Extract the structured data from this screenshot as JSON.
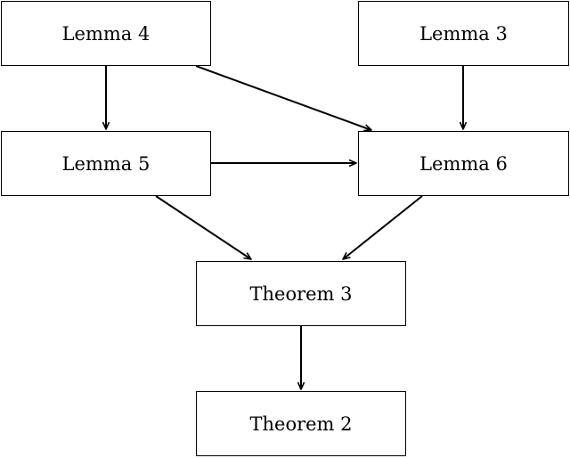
{
  "nodes": {
    "lemma4": "Lemma 4",
    "lemma3": "Lemma 3",
    "lemma5": "Lemma 5",
    "lemma6": "Lemma 6",
    "theorem3": "Theorem 3",
    "theorem2": "Theorem 2"
  },
  "edges": [
    {
      "from": "Lemma 4",
      "to": "Lemma 5"
    },
    {
      "from": "Lemma 4",
      "to": "Lemma 6"
    },
    {
      "from": "Lemma 3",
      "to": "Lemma 6"
    },
    {
      "from": "Lemma 5",
      "to": "Lemma 6"
    },
    {
      "from": "Lemma 5",
      "to": "Theorem 3"
    },
    {
      "from": "Lemma 6",
      "to": "Theorem 3"
    },
    {
      "from": "Theorem 3",
      "to": "Theorem 2"
    }
  ],
  "colors": {
    "stroke": "#000000",
    "background": "#ffffff"
  }
}
